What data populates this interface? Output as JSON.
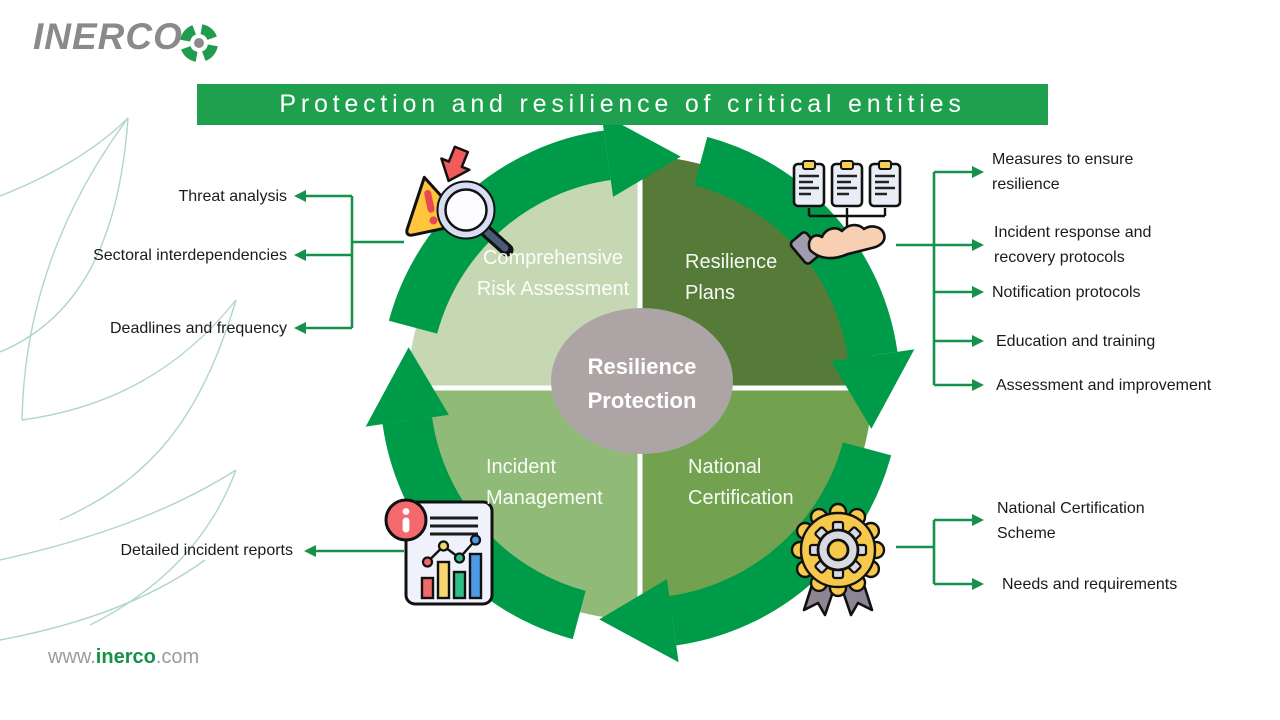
{
  "brand": {
    "name": "INERCO",
    "website_prefix": "www.",
    "website_name": "inerco",
    "website_suffix": ".com"
  },
  "title": "Protection and resilience of critical entities",
  "diagram": {
    "center": {
      "line1": "Resilience",
      "line2": "Protection"
    },
    "quadrants": {
      "risk": {
        "line1": "Comprehensive",
        "line2": "Risk Assessment"
      },
      "plans": {
        "line1": "Resilience",
        "line2": "Plans"
      },
      "incident": {
        "line1": "Incident",
        "line2": "Management"
      },
      "certification": {
        "line1": "National",
        "line2": "Certification"
      }
    }
  },
  "callouts": {
    "risk": [
      "Threat analysis",
      "Sectoral interdependencies",
      "Deadlines and frequency"
    ],
    "plans": [
      "Measures to ensure resilience",
      "Incident response and recovery protocols",
      "Notification protocols",
      "Education and training",
      "Assessment and improvement"
    ],
    "incident": [
      "Detailed incident reports"
    ],
    "certification": [
      "National Certification Scheme",
      "Needs and requirements"
    ]
  },
  "icons": {
    "logo": "pinwheel-icon",
    "risk_assessment": "warning-magnifier-icon",
    "resilience_plans": "clipboards-hand-icon",
    "incident_management": "incident-report-chart-icon",
    "national_certification": "certification-medal-icon"
  },
  "colors": {
    "arrow_green": "#009B48",
    "banner_green": "#1FA04E",
    "connector_green": "#16914B",
    "quadrant_light": "#C6D7B4",
    "quadrant_dark": "#567B38",
    "quadrant_medium_light": "#8FBA77",
    "quadrant_medium": "#72A24F",
    "center_gray": "#ADA5A5",
    "brand_gray": "#8A8A8D"
  }
}
